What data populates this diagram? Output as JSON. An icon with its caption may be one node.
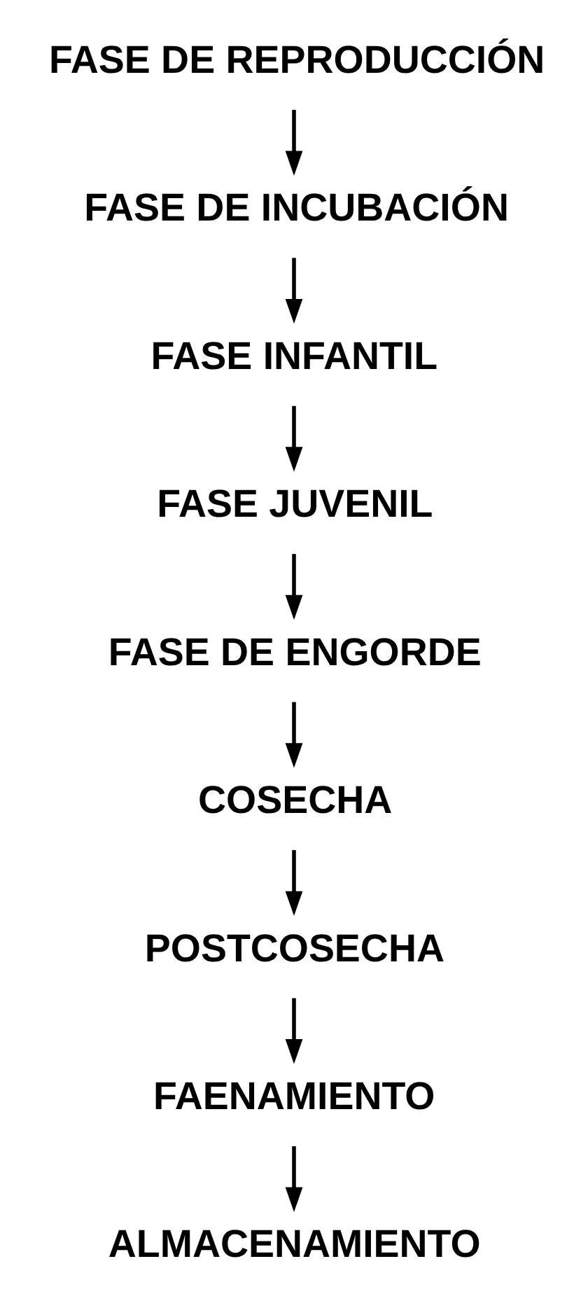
{
  "diagram": {
    "nodes": [
      {
        "text": [
          "FASE DE REPRODUCCIÓN"
        ]
      },
      {
        "text": [
          "FASE DE INCUBACIÓN"
        ]
      },
      {
        "text": [
          "FASE INFANTIL"
        ]
      },
      {
        "text": [
          "FASE JUVENIL"
        ]
      },
      {
        "text": [
          "FASE DE ENGORDE"
        ]
      },
      {
        "text": [
          "COSECHA"
        ]
      },
      {
        "text": [
          "POSTCOSECHA"
        ]
      },
      {
        "text": [
          "FAENAMIENTO"
        ]
      },
      {
        "text": [
          "ALMACENAMIENTO"
        ]
      }
    ],
    "edges": [
      {
        "from": 0,
        "to": 1,
        "arrow": "to"
      },
      {
        "from": 1,
        "to": 2,
        "arrow": "to"
      },
      {
        "from": 2,
        "to": 3,
        "arrow": "to"
      },
      {
        "from": 3,
        "to": 4,
        "arrow": "to"
      },
      {
        "from": 4,
        "to": 5,
        "arrow": "to"
      },
      {
        "from": 5,
        "to": 6,
        "arrow": "to"
      },
      {
        "from": 6,
        "to": 7,
        "arrow": "to"
      },
      {
        "from": 7,
        "to": 8,
        "arrow": "to"
      }
    ]
  }
}
